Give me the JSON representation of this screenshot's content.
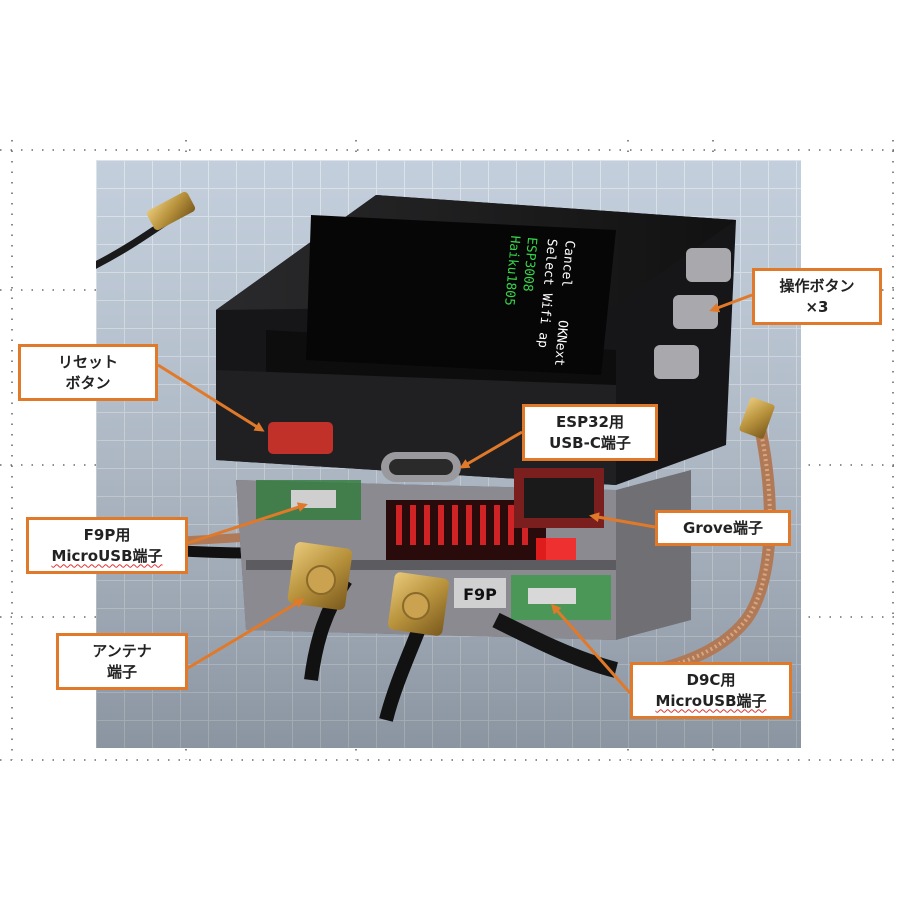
{
  "callouts": {
    "reset": {
      "line1": "リセット",
      "line2": "ボタン"
    },
    "operation": {
      "line1": "操作ボタン",
      "line2": "×3"
    },
    "esp32": {
      "line1": "ESP32用",
      "line2": "USB-C端子"
    },
    "grove": {
      "line1": "Grove端子"
    },
    "f9p_usb": {
      "line1": "F9P用",
      "line2": "MicroUSB端子"
    },
    "antenna": {
      "line1": "アンテナ",
      "line2": "端子"
    },
    "d9c_usb": {
      "line1": "D9C用",
      "line2": "MicroUSB端子"
    }
  },
  "device": {
    "screen_lines": [
      "Cancel",
      "Select Wifi ap",
      "OK",
      "Next",
      "ESP3008",
      "Haiku1805"
    ],
    "board_label": "F9P"
  },
  "colors": {
    "accent": "#e07a2a",
    "mat": "#b9c6d6",
    "device": "#1c1c1e"
  }
}
